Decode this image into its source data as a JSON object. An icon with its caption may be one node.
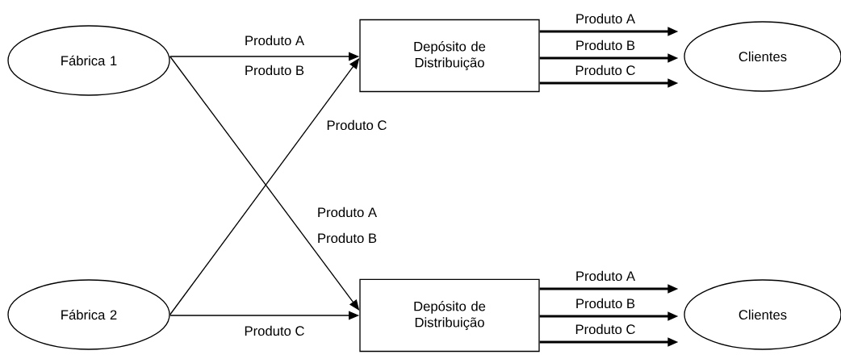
{
  "diagram": {
    "nodes": [
      {
        "text": [
          "Fábrica 1"
        ]
      },
      {
        "text": [
          "Depósito de Distribuição"
        ]
      },
      {
        "text": [
          "Clientes"
        ]
      },
      {
        "text": [
          "Fábrica 2"
        ]
      },
      {
        "text": [
          "Depósito de Distribuição"
        ]
      },
      {
        "text": [
          "Clientes"
        ]
      }
    ],
    "edges": [
      {
        "from": 0,
        "to": 1,
        "arrow": "to",
        "label": "Produto A"
      },
      {
        "from": 0,
        "to": 4,
        "arrow": "to",
        "label": "Produto A"
      },
      {
        "from": 3,
        "to": 1,
        "arrow": "to",
        "label": "Produto C"
      },
      {
        "from": 3,
        "to": 4,
        "arrow": "to",
        "label": "Produto C"
      },
      {
        "from": 1,
        "to": 2,
        "arrow": "to",
        "label": "Produto A"
      },
      {
        "from": 1,
        "to": 2,
        "arrow": "to",
        "label": "Produto B"
      },
      {
        "from": 1,
        "to": 2,
        "arrow": "to",
        "label": "Produto C"
      },
      {
        "from": 4,
        "to": 5,
        "arrow": "to",
        "label": "Produto A"
      },
      {
        "from": 4,
        "to": 5,
        "arrow": "to",
        "label": "Produto B"
      },
      {
        "from": 4,
        "to": 5,
        "arrow": "to",
        "label": "Produto C"
      }
    ],
    "labels": [
      "Produto B",
      "Produto B"
    ]
  }
}
